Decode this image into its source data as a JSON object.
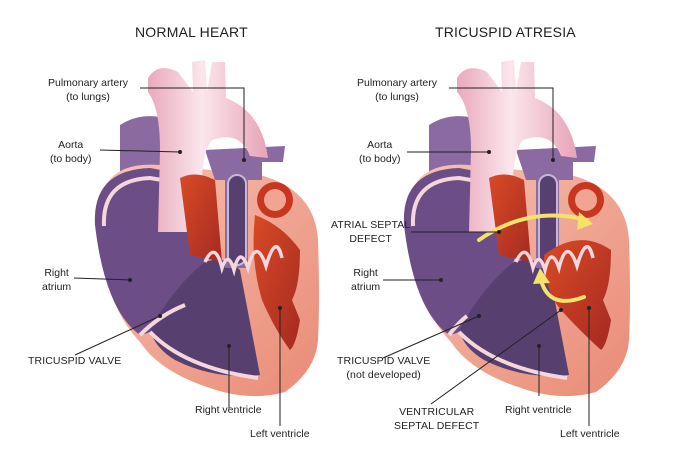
{
  "colors": {
    "vessel_pink": "#f2c4d0",
    "vessel_highlight": "#fbe6ec",
    "deoxy_purple": "#6c4d86",
    "deoxy_dark": "#574070",
    "vena_cava": "#8a6aa0",
    "oxy_red": "#c8361f",
    "oxy_dark": "#a52a22",
    "myocardium": "#f0a491",
    "myocardium_light": "#f6c2b3",
    "septum_line": "#f4d6dc",
    "flow_arrow": "#f4e26a",
    "leader_line": "#222222"
  },
  "panels": [
    {
      "id": "normal",
      "title": "NORMAL HEART",
      "labels": {
        "pulmonary_artery": [
          "Pulmonary artery",
          "(to lungs)"
        ],
        "aorta": [
          "Aorta",
          "(to body)"
        ],
        "right_atrium": [
          "Right",
          "atrium"
        ],
        "tricuspid_valve": [
          "TRICUSPID VALVE"
        ],
        "right_ventricle": [
          "Right ventricle"
        ],
        "left_ventricle": [
          "Left ventricle"
        ]
      }
    },
    {
      "id": "tricuspid-atresia",
      "title": "TRICUSPID ATRESIA",
      "labels": {
        "pulmonary_artery": [
          "Pulmonary artery",
          "(to lungs)"
        ],
        "aorta": [
          "Aorta",
          "(to body)"
        ],
        "atrial_septal_defect": [
          "ATRIAL SEPTAL",
          "DEFECT"
        ],
        "right_atrium": [
          "Right",
          "atrium"
        ],
        "tricuspid_valve": [
          "TRICUSPID VALVE",
          "(not developed)"
        ],
        "ventricular_septal_defect": [
          "VENTRICULAR",
          "SEPTAL DEFECT"
        ],
        "right_ventricle": [
          "Right ventricle"
        ],
        "left_ventricle": [
          "Left ventricle"
        ]
      }
    }
  ]
}
